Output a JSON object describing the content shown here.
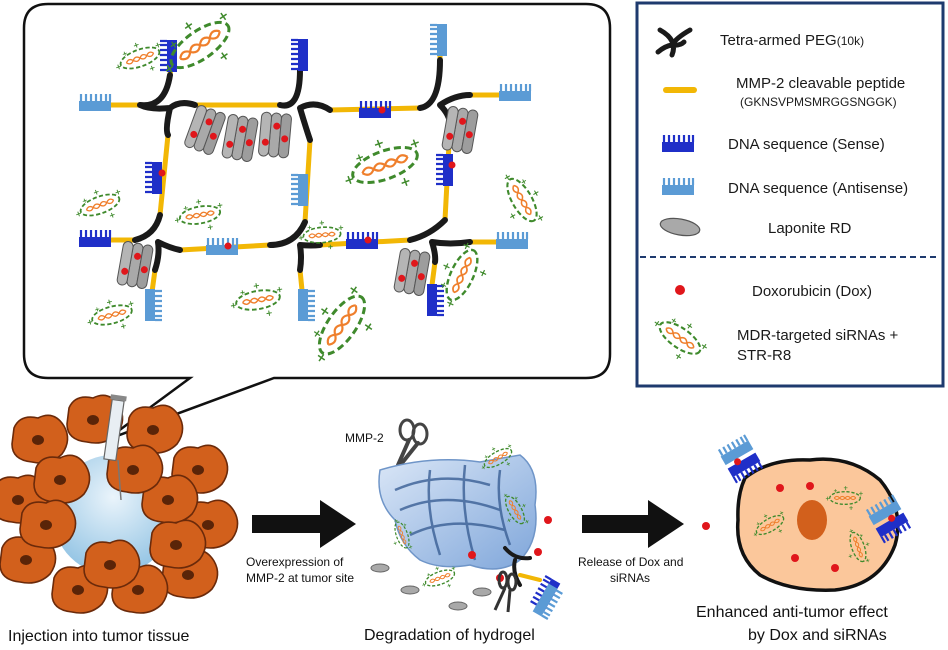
{
  "legend": {
    "items": [
      {
        "key": "peg",
        "label": "Tetra-armed PEG",
        "sub": "(10k)"
      },
      {
        "key": "peptide",
        "label": "MMP-2 cleavable peptide",
        "label2": "(GKNSVPMSMRGGSNGGK)"
      },
      {
        "key": "dna_sense",
        "label": "DNA sequence (Sense)"
      },
      {
        "key": "dna_antisense",
        "label": "DNA sequence (Antisense)"
      },
      {
        "key": "laponite",
        "label": "Laponite RD"
      },
      {
        "key": "dox",
        "label": "Doxorubicin (Dox)"
      },
      {
        "key": "sirna",
        "label": "MDR-targeted siRNAs +",
        "label2": "STR-R8"
      }
    ]
  },
  "enzyme_label": "MMP-2",
  "arrows": [
    {
      "line1": "Overexpression of",
      "line2": "MMP-2 at tumor site"
    },
    {
      "line1": "Release of Dox and",
      "line2": "siRNAs"
    }
  ],
  "captions": {
    "injection": "Injection into tumor tissue",
    "degradation": "Degradation of hydrogel",
    "effect_line1": "Enhanced anti-tumor effect",
    "effect_line2": "by Dox and siRNAs"
  },
  "colors": {
    "peg": "#1a1a1a",
    "peptide": "#f2b705",
    "dna_sense": "#1f2fc8",
    "dna_antisense": "#5b9bd5",
    "laponite": "#9a9a9a",
    "dox": "#e0161b",
    "sirna_ring": "#3f8a2c",
    "sirna_helix": "#ef7f2c",
    "tumor": "#d2601c",
    "legend_border": "#1e3a6e"
  }
}
